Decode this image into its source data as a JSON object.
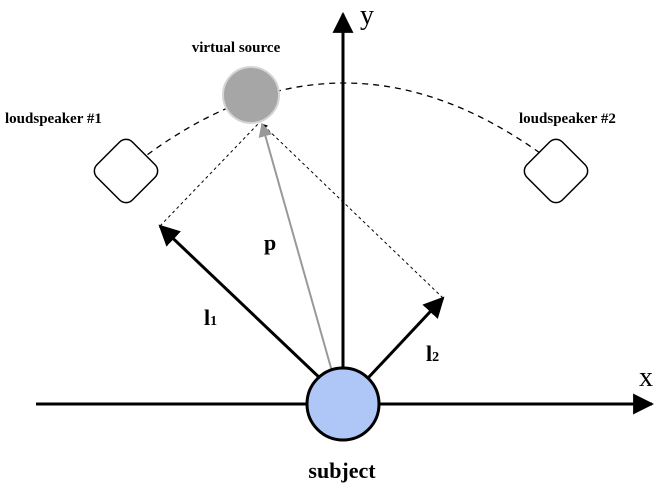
{
  "labels": {
    "virtual_source": "virtual source",
    "loudspeaker_1": "loudspeaker #1",
    "loudspeaker_2": "loudspeaker #2",
    "subject": "subject",
    "x_axis": "x",
    "y_axis": "y",
    "vector_p": "p",
    "vector_l1_base": "l",
    "vector_l1_sub": "1",
    "vector_l2_base": "l",
    "vector_l2_sub": "2"
  },
  "colors": {
    "subject_fill": "#aec7f7",
    "virtual_source_fill": "#a6a6a6",
    "p_vector": "#999999",
    "ink": "#000000"
  }
}
